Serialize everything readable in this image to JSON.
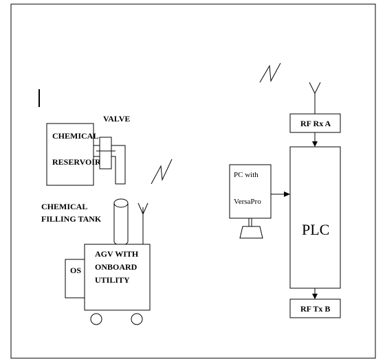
{
  "labels": {
    "valve": "VALVE",
    "chemical_reservoir_line1": "CHEMICAL",
    "chemical_reservoir_line2": "RESERVOIR",
    "chemical_filling_tank_line1": "CHEMICAL",
    "chemical_filling_tank_line2": "FILLING TANK",
    "os": "OS",
    "agv_line1": "AGV WITH",
    "agv_line2": "ONBOARD",
    "agv_line3": "UTILITY",
    "pc_line1": "PC with",
    "pc_line2": "VersaPro",
    "rf_rx": "RF Rx A",
    "plc": "PLC",
    "rf_tx": "RF Tx B"
  }
}
